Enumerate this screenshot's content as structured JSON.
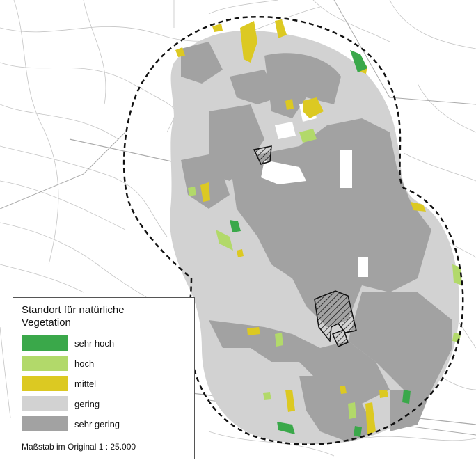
{
  "legend": {
    "title_line1": "Standort für natürliche",
    "title_line2": "Vegetation",
    "items": [
      {
        "label": "sehr hoch",
        "color": "#3aa84a"
      },
      {
        "label": "hoch",
        "color": "#b2d96a"
      },
      {
        "label": "mittel",
        "color": "#dcc922"
      },
      {
        "label": "gering",
        "color": "#d2d2d2"
      },
      {
        "label": "sehr gering",
        "color": "#a2a2a2"
      }
    ],
    "scale": "Maßstab im Original 1 : 25.000"
  },
  "map": {
    "background_color": "#ffffff",
    "topo_line_color": "#bdbdbd",
    "boundary_color": "#111111",
    "hatch_color": "#111111"
  }
}
